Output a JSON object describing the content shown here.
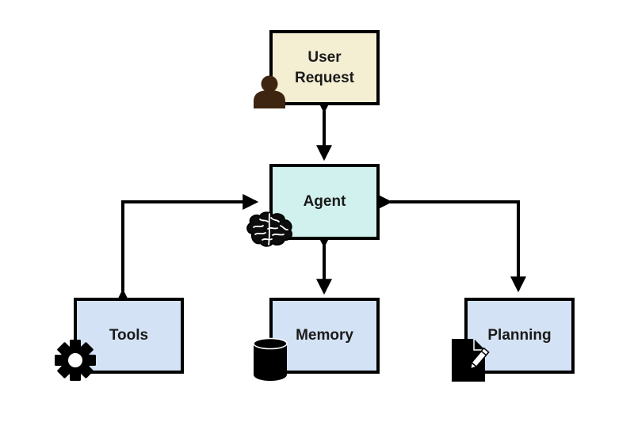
{
  "nodes": {
    "user_request": {
      "label": "User\nRequest",
      "fill": "#f4efd3"
    },
    "agent": {
      "label": "Agent",
      "fill": "#d0f1ee"
    },
    "tools": {
      "label": "Tools",
      "fill": "#d3e2f4"
    },
    "memory": {
      "label": "Memory",
      "fill": "#d3e2f4"
    },
    "planning": {
      "label": "Planning",
      "fill": "#d3e2f4"
    }
  },
  "icons": {
    "user_request": "person-icon",
    "agent": "brain-icon",
    "tools": "gear-icon",
    "memory": "database-icon",
    "planning": "document-pencil-icon"
  },
  "colors": {
    "stroke": "#000000",
    "person": "#3d2511"
  }
}
